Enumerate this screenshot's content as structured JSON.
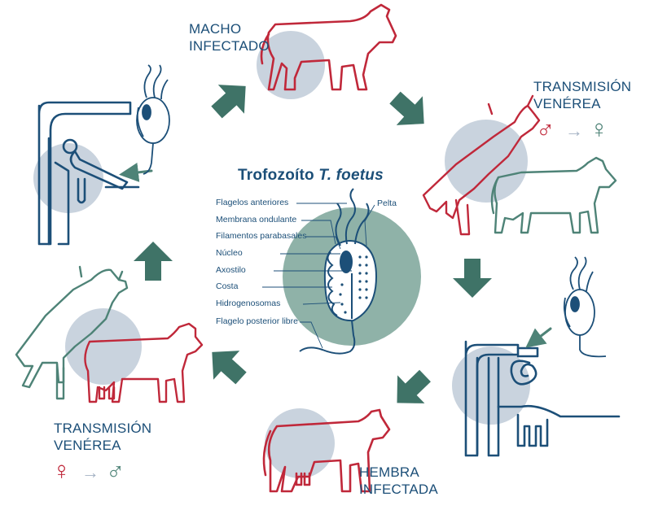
{
  "colors": {
    "red": "#c0283a",
    "navy": "#1c4f78",
    "green": "#4e8377",
    "teal": "#3f7367",
    "circle": "#c9d3de",
    "center_circle": "#8fb2a8",
    "light_arrow": "#a4b2c4"
  },
  "labels": {
    "infected_male": "MACHO INFECTADO",
    "transmission_top": "TRANSMISIÓN VENÉREA",
    "transmission_bottom": "TRANSMISIÓN VENÉREA",
    "infected_female": "HEMBRA INFECTADA"
  },
  "transmission_top_symbols": {
    "from": "♂",
    "arrow": "→",
    "to": "♀"
  },
  "transmission_bottom_symbols": {
    "from": "♀",
    "arrow": "→",
    "to": "♂"
  },
  "center": {
    "title_main": "Trofozoíto ",
    "title_italic": "T. foetus",
    "parts": [
      "Flagelos anteriores",
      "Membrana ondulante",
      "Filamentos parabasales",
      "Núcleo",
      "Axostilo",
      "Costa",
      "Hidrogenosomas",
      "Flagelo posterior libre"
    ],
    "right_label": "Pelta"
  },
  "icons": {
    "cycle_arrows": "thick-arrow-icon",
    "male_symbol": "male-symbol-icon",
    "female_symbol": "female-symbol-icon"
  }
}
